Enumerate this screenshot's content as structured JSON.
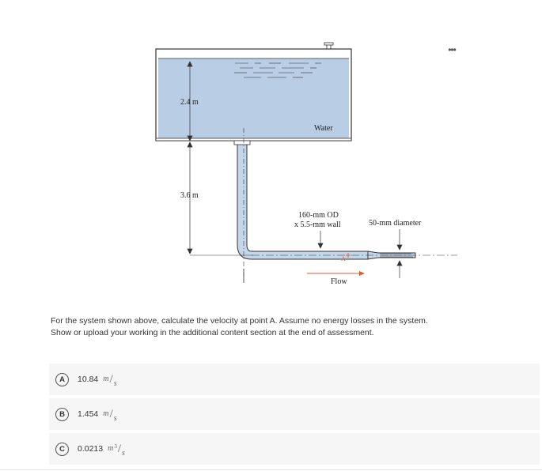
{
  "more_menu": "•••",
  "diagram": {
    "label_tank_height": "2.4 m",
    "label_pipe_height": "3.6 m",
    "label_fluid": "Water",
    "label_pipe_spec_line1": "160-mm OD",
    "label_pipe_spec_line2": "x 5.5-mm wall",
    "label_nozzle": "50-mm diameter",
    "label_point": "A",
    "label_flow": "Flow",
    "colors": {
      "water": "#b9cde4",
      "pipe_fluid": "#c4d6ea",
      "flow_arrow": "#e05a2b",
      "outline": "#333333"
    }
  },
  "question": {
    "line1": "For the system shown above, calculate the velocity at point A. Assume no energy losses in the system.",
    "line2": "Show or upload your working in the additional content section at the end of assessment."
  },
  "options": [
    {
      "letter": "A",
      "value": "10.84",
      "unit_num": "m",
      "unit_sup": "",
      "unit_den": "s"
    },
    {
      "letter": "B",
      "value": "1.454",
      "unit_num": "m",
      "unit_sup": "",
      "unit_den": "s"
    },
    {
      "letter": "C",
      "value": "0.0213",
      "unit_num": "m",
      "unit_sup": "3",
      "unit_den": "s"
    }
  ]
}
